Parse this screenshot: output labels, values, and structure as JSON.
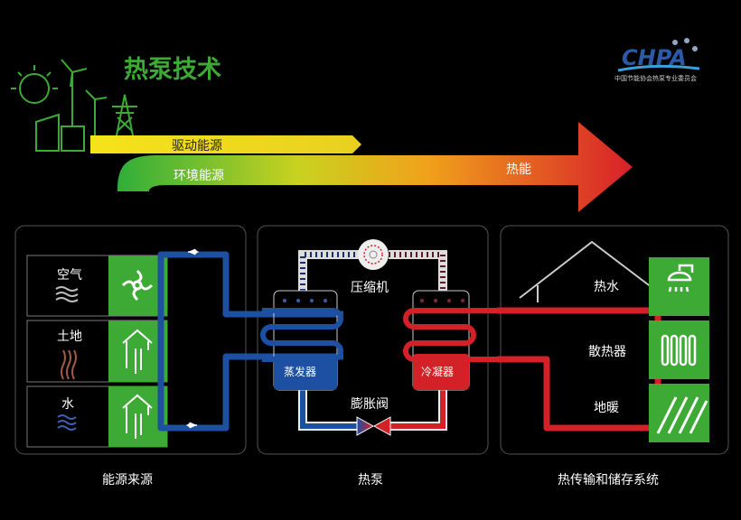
{
  "title": "热泵技术",
  "logo": {
    "text": "CHPA",
    "subtitle": "中国节能协会热泵专业委员会"
  },
  "arrow": {
    "driving_energy": "驱动能源",
    "ambient_energy": "环境能源",
    "heat_energy": "热能"
  },
  "sources": {
    "caption": "能源来源",
    "items": [
      {
        "label": "空气",
        "icon": "fan-icon"
      },
      {
        "label": "土地",
        "icon": "ground-probe-icon"
      },
      {
        "label": "水",
        "icon": "water-probe-icon"
      }
    ]
  },
  "heat_pump": {
    "caption": "热泵",
    "compressor": "压缩机",
    "evaporator": "蒸发器",
    "condenser": "冷凝器",
    "expansion_valve": "膨胀阀"
  },
  "distribution": {
    "caption": "热传输和储存系统",
    "items": [
      {
        "label": "热水",
        "icon": "shower-icon"
      },
      {
        "label": "散热器",
        "icon": "radiator-icon"
      },
      {
        "label": "地暖",
        "icon": "floor-heating-icon"
      }
    ]
  },
  "colors": {
    "green": "#3daa35",
    "blue": "#1d4fa3",
    "red": "#d42027",
    "yellow": "#f5e31a"
  }
}
